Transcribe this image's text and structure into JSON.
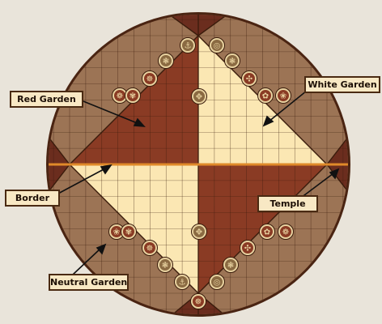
{
  "board": {
    "colors": {
      "page_bg": "#e9e4da",
      "rim": "#4a2412",
      "neutral_garden": "#9c7455",
      "red_garden": "#8a3b24",
      "white_garden": "#fbe7b3",
      "temple": "#6b2d1e",
      "border_line": "#e08a2a",
      "grid_dark": "#3a1c0c",
      "grid_light": "#c9a677",
      "tile_ring": "#e8d2a0",
      "tile_face": "#8a6a42"
    },
    "grid": {
      "columns": 17,
      "rows": 17
    },
    "tiles": [
      {
        "name": "rose-tile",
        "glyph": "❁",
        "side": "red"
      },
      {
        "name": "chrysanthemum-tile",
        "glyph": "✾",
        "side": "red"
      },
      {
        "name": "jasmine-tile",
        "glyph": "✿",
        "side": "red"
      },
      {
        "name": "orchid-tile",
        "glyph": "❀",
        "side": "red"
      },
      {
        "name": "lotus-tile",
        "glyph": "✺",
        "side": "red"
      },
      {
        "name": "white-lotus-tile",
        "glyph": "☸",
        "side": "red"
      },
      {
        "name": "wheel-tile",
        "glyph": "☸",
        "side": "red"
      },
      {
        "name": "knotweed-tile",
        "glyph": "✣",
        "side": "red"
      },
      {
        "name": "boat-tile",
        "glyph": "⚓",
        "side": "white"
      },
      {
        "name": "rock-tile",
        "glyph": "◎",
        "side": "white"
      },
      {
        "name": "lily-tile",
        "glyph": "❃",
        "side": "white"
      },
      {
        "name": "center-knot-tile",
        "glyph": "✥",
        "side": "neutral"
      }
    ]
  },
  "labels": {
    "red_garden": "Red Garden",
    "white_garden": "White Garden",
    "border": "Border",
    "temple": "Temple",
    "neutral_garden": "Neutral Garden"
  }
}
